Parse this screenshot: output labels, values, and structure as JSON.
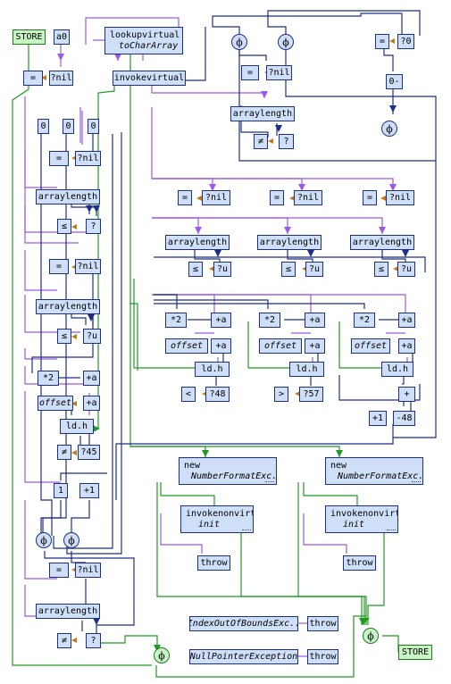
{
  "nodes": {
    "store1": "STORE",
    "a0": "a0",
    "lookup_l1": "lookupvirtual",
    "lookup_l2": "toCharArray",
    "invokevirtual": "invokevirtual",
    "eq": "=",
    "nil": "?nil",
    "zero": "0",
    "q0": "?0",
    "neg": "0-",
    "arraylength": "arraylength",
    "ne": "≠",
    "q": "?",
    "le": "≤",
    "qu": "?u",
    "lt": "<",
    "gt": ">",
    "q48": "?48",
    "q57": "?57",
    "q45": "?45",
    "mul2": "*2",
    "adda": "+a",
    "offset": "offset",
    "ldh": "ld.h",
    "plus": "+",
    "plus1": "+1",
    "minus48": "-48",
    "one": "1",
    "new": "new",
    "nfe": "NumberFormatExc..",
    "invokenonvirtual": "invokenonvirtual",
    "init": "init",
    "throw": "throw",
    "ioobe": "IndexOutOfBoundsExc..",
    "npe": "NullPointerException",
    "store2": "STORE",
    "phi": "ϕ"
  },
  "colors": {
    "node_fill": "#cfdff8",
    "node_border": "#1c2f88",
    "store_fill": "#c8f5c4",
    "data_edge": "#1c2f88",
    "value_edge": "#9b59e6",
    "control_edge": "#1f9a22",
    "marker": "#c07a1a"
  }
}
